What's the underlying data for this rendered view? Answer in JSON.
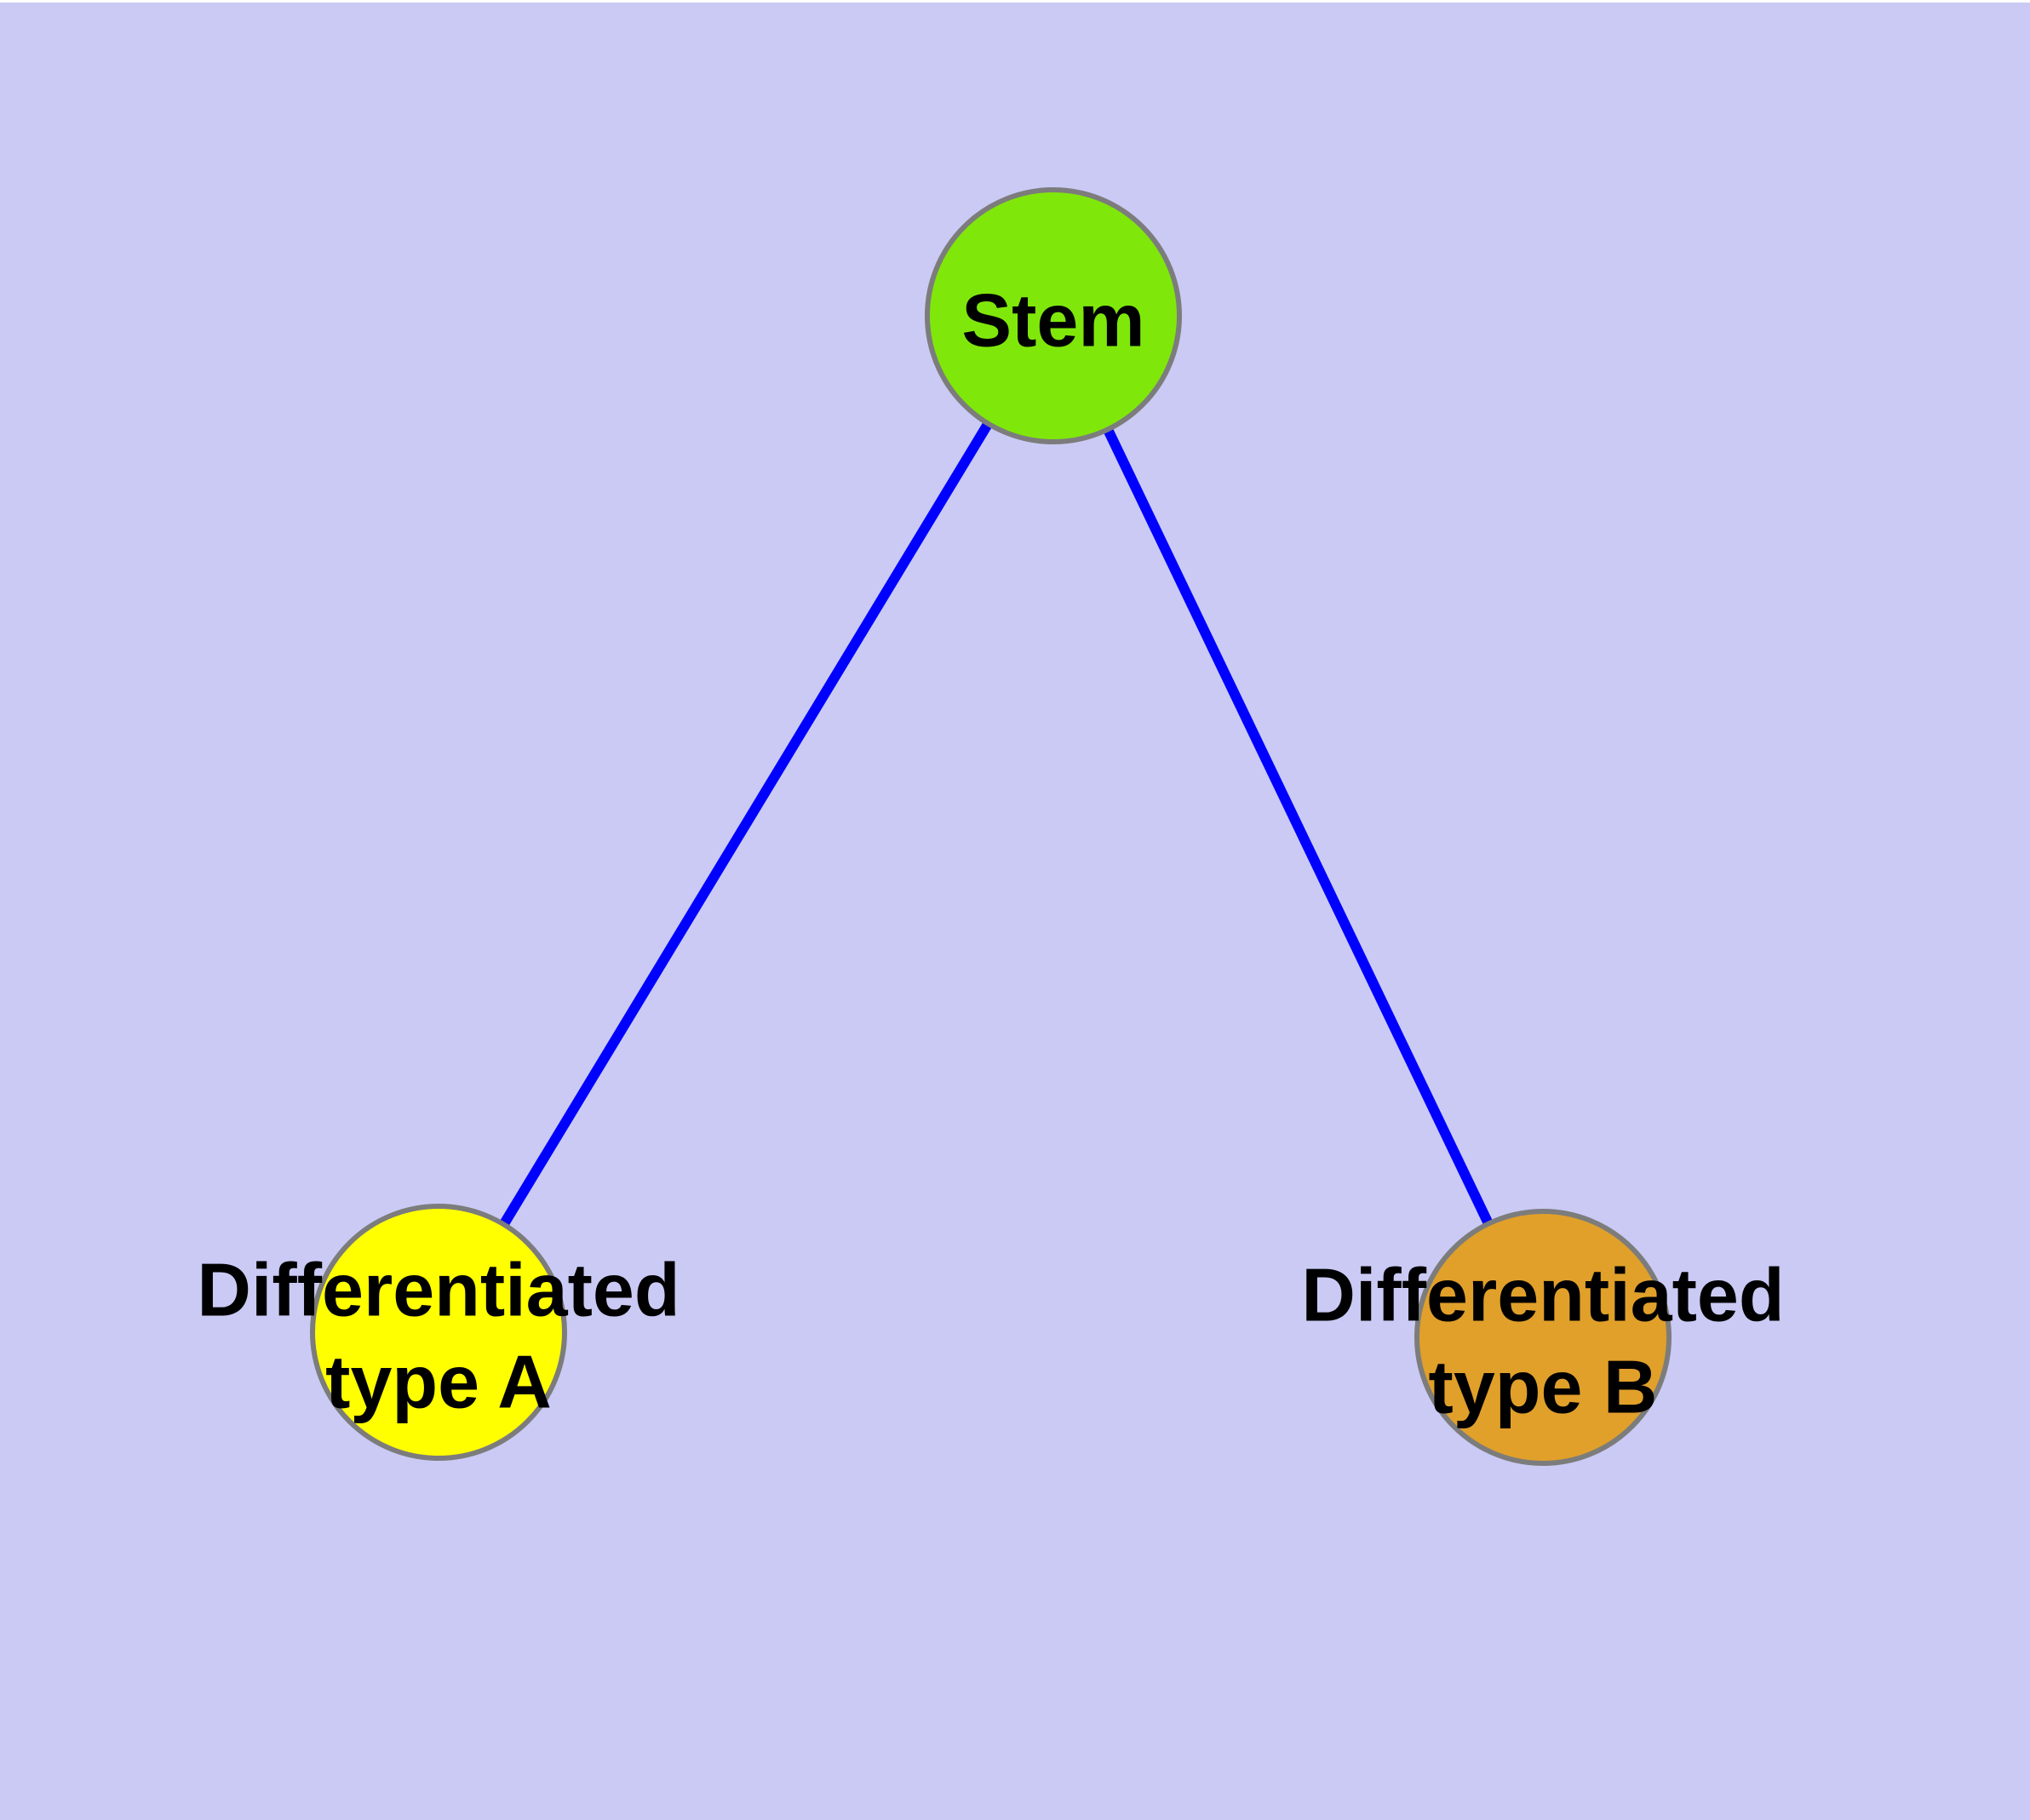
{
  "figure": {
    "description": "Cell differentiation tree diagram",
    "colors": {
      "background": "#CACAF5",
      "page_margin": "#FFFFFF",
      "edge": "#0000FF",
      "node_border": "#7C7C7C",
      "label": "#000000"
    },
    "nodes": {
      "stem": {
        "id": "stem",
        "label": "Stem",
        "fill": "#7FE80A"
      },
      "type_a": {
        "id": "type_a",
        "label_line1": "Differentiated",
        "label_line2": "type A",
        "fill": "#FFFF00"
      },
      "type_b": {
        "id": "type_b",
        "label_line1": "Differentiated",
        "label_line2": "type B",
        "fill": "#E1A02A"
      }
    },
    "edges": [
      {
        "from": "stem",
        "to": "type_a"
      },
      {
        "from": "stem",
        "to": "type_b"
      }
    ]
  }
}
